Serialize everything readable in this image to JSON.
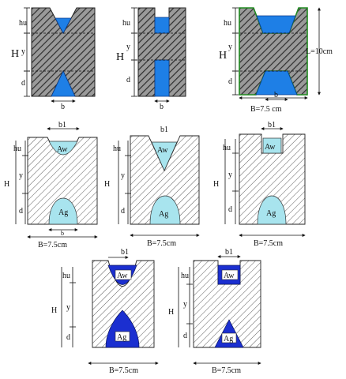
{
  "colors": {
    "hatch_dark": "#3a3a3a",
    "body_grey": "#9a9a9a",
    "water_blue": "#1e7fe6",
    "light_cyan": "#a8e4ee",
    "deep_blue": "#1b2fd0",
    "frame_green": "#1f8a1f"
  },
  "row1": {
    "fig1": {
      "hu": "hu",
      "H": "H",
      "y": "y",
      "d": "d",
      "b": "b"
    },
    "fig2": {
      "hu": "hu",
      "H": "H",
      "y": "y",
      "d": "d",
      "b": "b"
    },
    "fig3": {
      "hu": "hu",
      "H": "H",
      "y": "y",
      "d": "d",
      "b": "b",
      "L": "L=10cm",
      "B": "B=7.5 cm"
    }
  },
  "row2": {
    "fig4": {
      "b1": "b1",
      "Aw": "Aw",
      "Ag": "Ag",
      "hu": "hu",
      "H": "H",
      "y": "y",
      "d": "d",
      "b": "b",
      "B": "B=7.5cm"
    },
    "fig5": {
      "b1": "b1",
      "Aw": "Aw",
      "Ag": "Ag",
      "hu": "hu",
      "H": "H",
      "y": "y",
      "d": "d",
      "B": "B=7.5cm"
    },
    "fig6": {
      "b1": "b1",
      "Aw": "Aw",
      "Ag": "Ag",
      "hu": "hu",
      "H": "H",
      "y": "y",
      "d": "d",
      "B": "B=7.5cm"
    }
  },
  "row3": {
    "fig7": {
      "b1": "b1",
      "Aw": "Aw",
      "Ag": "Ag",
      "hu": "hu",
      "H": "H",
      "y": "y",
      "d": "d",
      "B": "B=7.5cm"
    },
    "fig8": {
      "b1": "b1",
      "Aw": "Aw",
      "Ag": "Ag",
      "hu": "hu",
      "H": "H",
      "y": "y",
      "d": "d",
      "B": "B=7.5cm"
    }
  }
}
